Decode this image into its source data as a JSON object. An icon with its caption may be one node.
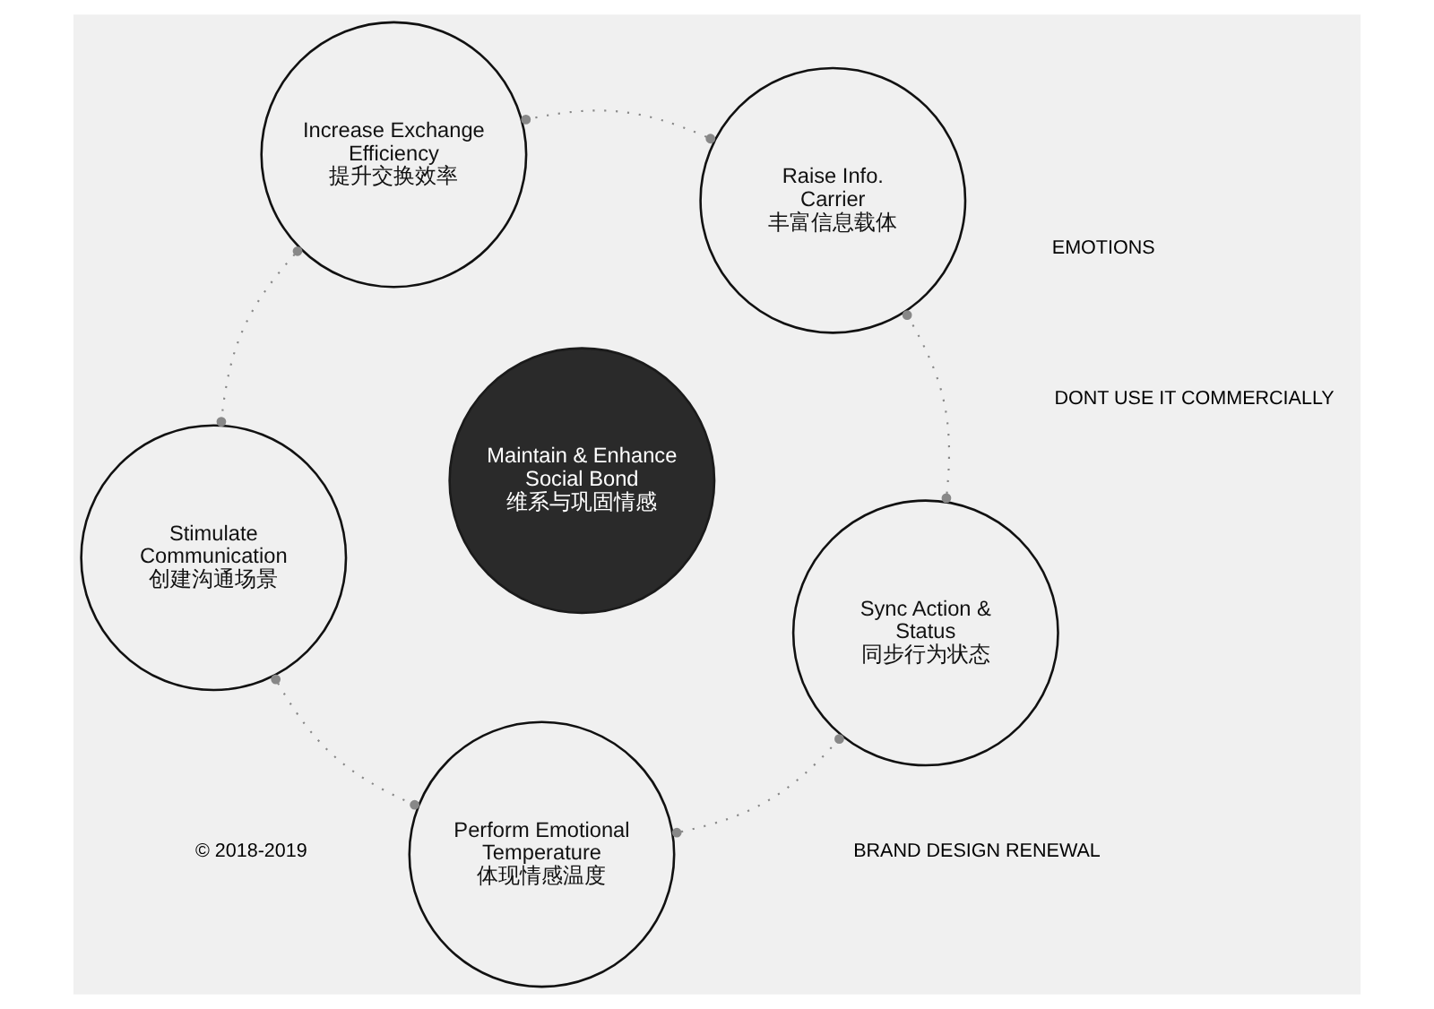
{
  "diagram": {
    "nodes": [
      {
        "text": [
          "Maintain & Enhance Social Bond",
          "维系与巩固情感"
        ]
      },
      {
        "text": [
          "Sync Action & Status",
          "同步行为状态"
        ]
      },
      {
        "text": [
          "Raise Info.  Carrier",
          "丰富信息载体"
        ]
      },
      {
        "text": [
          "Increase Exchange Efficiency",
          "提升交换效率"
        ]
      },
      {
        "text": [
          "Stimulate Communication",
          "创建沟通场景"
        ]
      },
      {
        "text": [
          "Perform Emotional Temperature",
          "体现情感温度"
        ]
      }
    ],
    "edges": [
      {
        "from": 1,
        "to": 2,
        "arrow": "other",
        "style": "dashed"
      },
      {
        "from": 2,
        "to": 3,
        "arrow": "other",
        "style": "dashed"
      },
      {
        "from": 3,
        "to": 4,
        "arrow": "other",
        "style": "dashed"
      },
      {
        "from": 4,
        "to": 5,
        "arrow": "other",
        "style": "dashed"
      },
      {
        "from": 5,
        "to": 1,
        "arrow": "other",
        "style": "dashed"
      }
    ],
    "labels": [
      "© 2018-2019",
      "BRAND DESIGN RENEWAL",
      "EMOTIONS",
      "DONT USE IT COMMERCIALLY"
    ]
  }
}
